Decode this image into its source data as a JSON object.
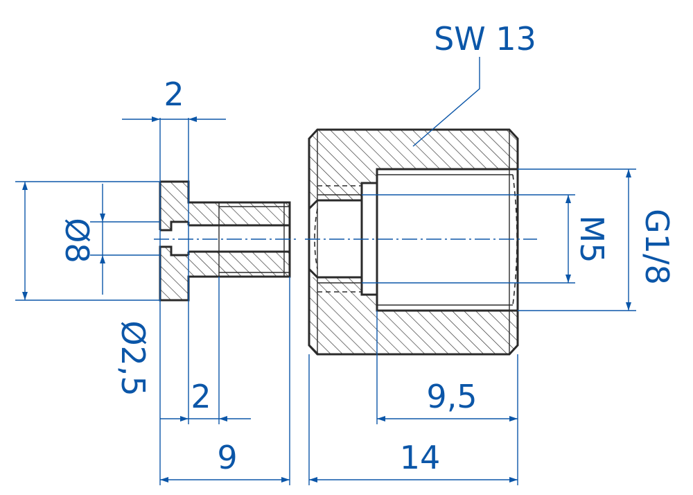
{
  "colors": {
    "part_outline": "#2a2a2a",
    "hatch": "#2a2a2a",
    "dimension": "#0b56a8",
    "centerline": "#0b56a8",
    "background": "#ffffff"
  },
  "dimensions": {
    "flange_thickness": "2",
    "flange_diameter": "Ø8",
    "hole_diameter": "Ø2,5",
    "neck_length": "2",
    "screw_length": "9",
    "nut_length": "14",
    "thread_depth": "9,5",
    "inner_thread": "M5",
    "outer_thread": "G1/8",
    "wrench_size": "SW 13"
  }
}
